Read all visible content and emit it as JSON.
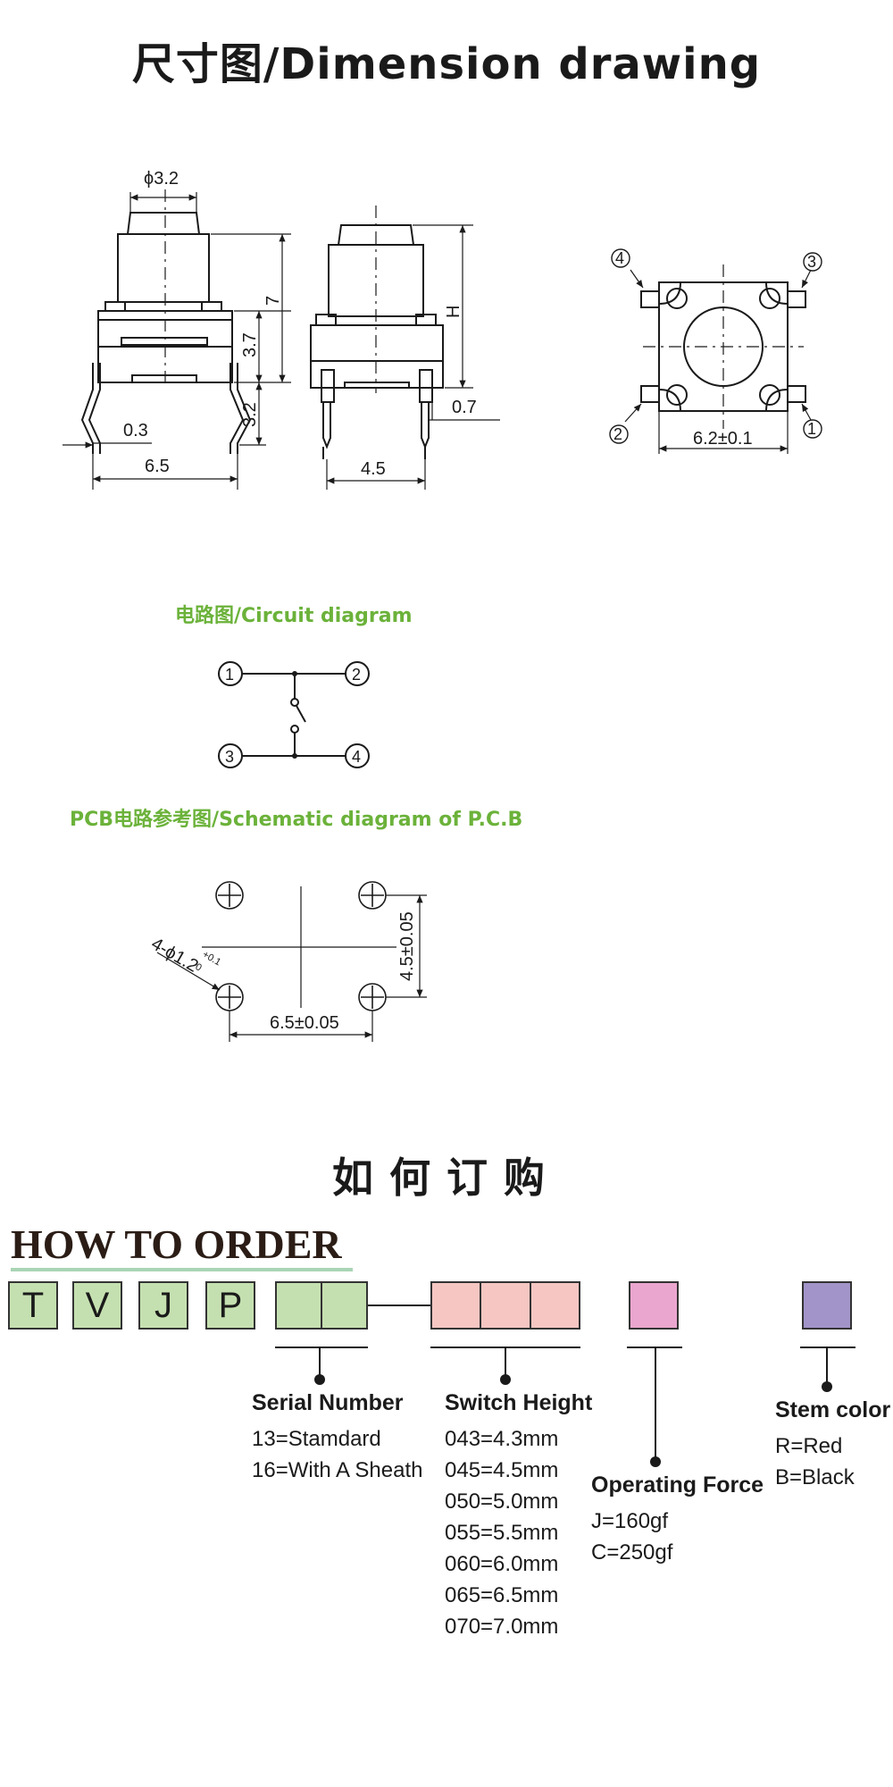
{
  "page_title": "尺寸图/Dimension drawing",
  "dimension_labels": {
    "phi_3_2": "ϕ3.2",
    "d7": "7",
    "d3_7": "3.7",
    "d3_2": "3.2",
    "d0_3": "0.3",
    "d6_5": "6.5",
    "dH": "H",
    "d0_7": "0.7",
    "d4_5": "4.5",
    "d6_2": "6.2±0.1"
  },
  "pin_numbers": [
    "1",
    "2",
    "3",
    "4"
  ],
  "circuit_title": "电路图/Circuit diagram",
  "pcb_title": "PCB电路参考图/Schematic diagram of P.C.B",
  "pcb_labels": {
    "hole": "4-ϕ1.2",
    "tol_up": "+0.1",
    "tol_down": "0",
    "vertical": "4.5±0.05",
    "horizontal": "6.5±0.05"
  },
  "order_title_cn": "如何订购",
  "order_title_en": "HOW TO ORDER",
  "code_letters": [
    "T",
    "V",
    "J",
    "P"
  ],
  "colors": {
    "box_green": "#c5e0b0",
    "box_pink": "#f5c6c2",
    "box_magenta": "#eaa6ce",
    "box_purple": "#a294c8",
    "section_green": "#6bb23a",
    "underline": "#a9d4b4"
  },
  "order_columns": [
    {
      "header": "Serial Number",
      "options": [
        "13=Stamdard",
        "16=With A Sheath"
      ]
    },
    {
      "header": "Switch Height",
      "options": [
        "043=4.3mm",
        "045=4.5mm",
        "050=5.0mm",
        "055=5.5mm",
        "060=6.0mm",
        "065=6.5mm",
        "070=7.0mm"
      ]
    },
    {
      "header": "Operating Force",
      "options": [
        "J=160gf",
        "C=250gf"
      ]
    },
    {
      "header": "Stem color",
      "options": [
        "R=Red",
        "B=Black"
      ]
    }
  ]
}
